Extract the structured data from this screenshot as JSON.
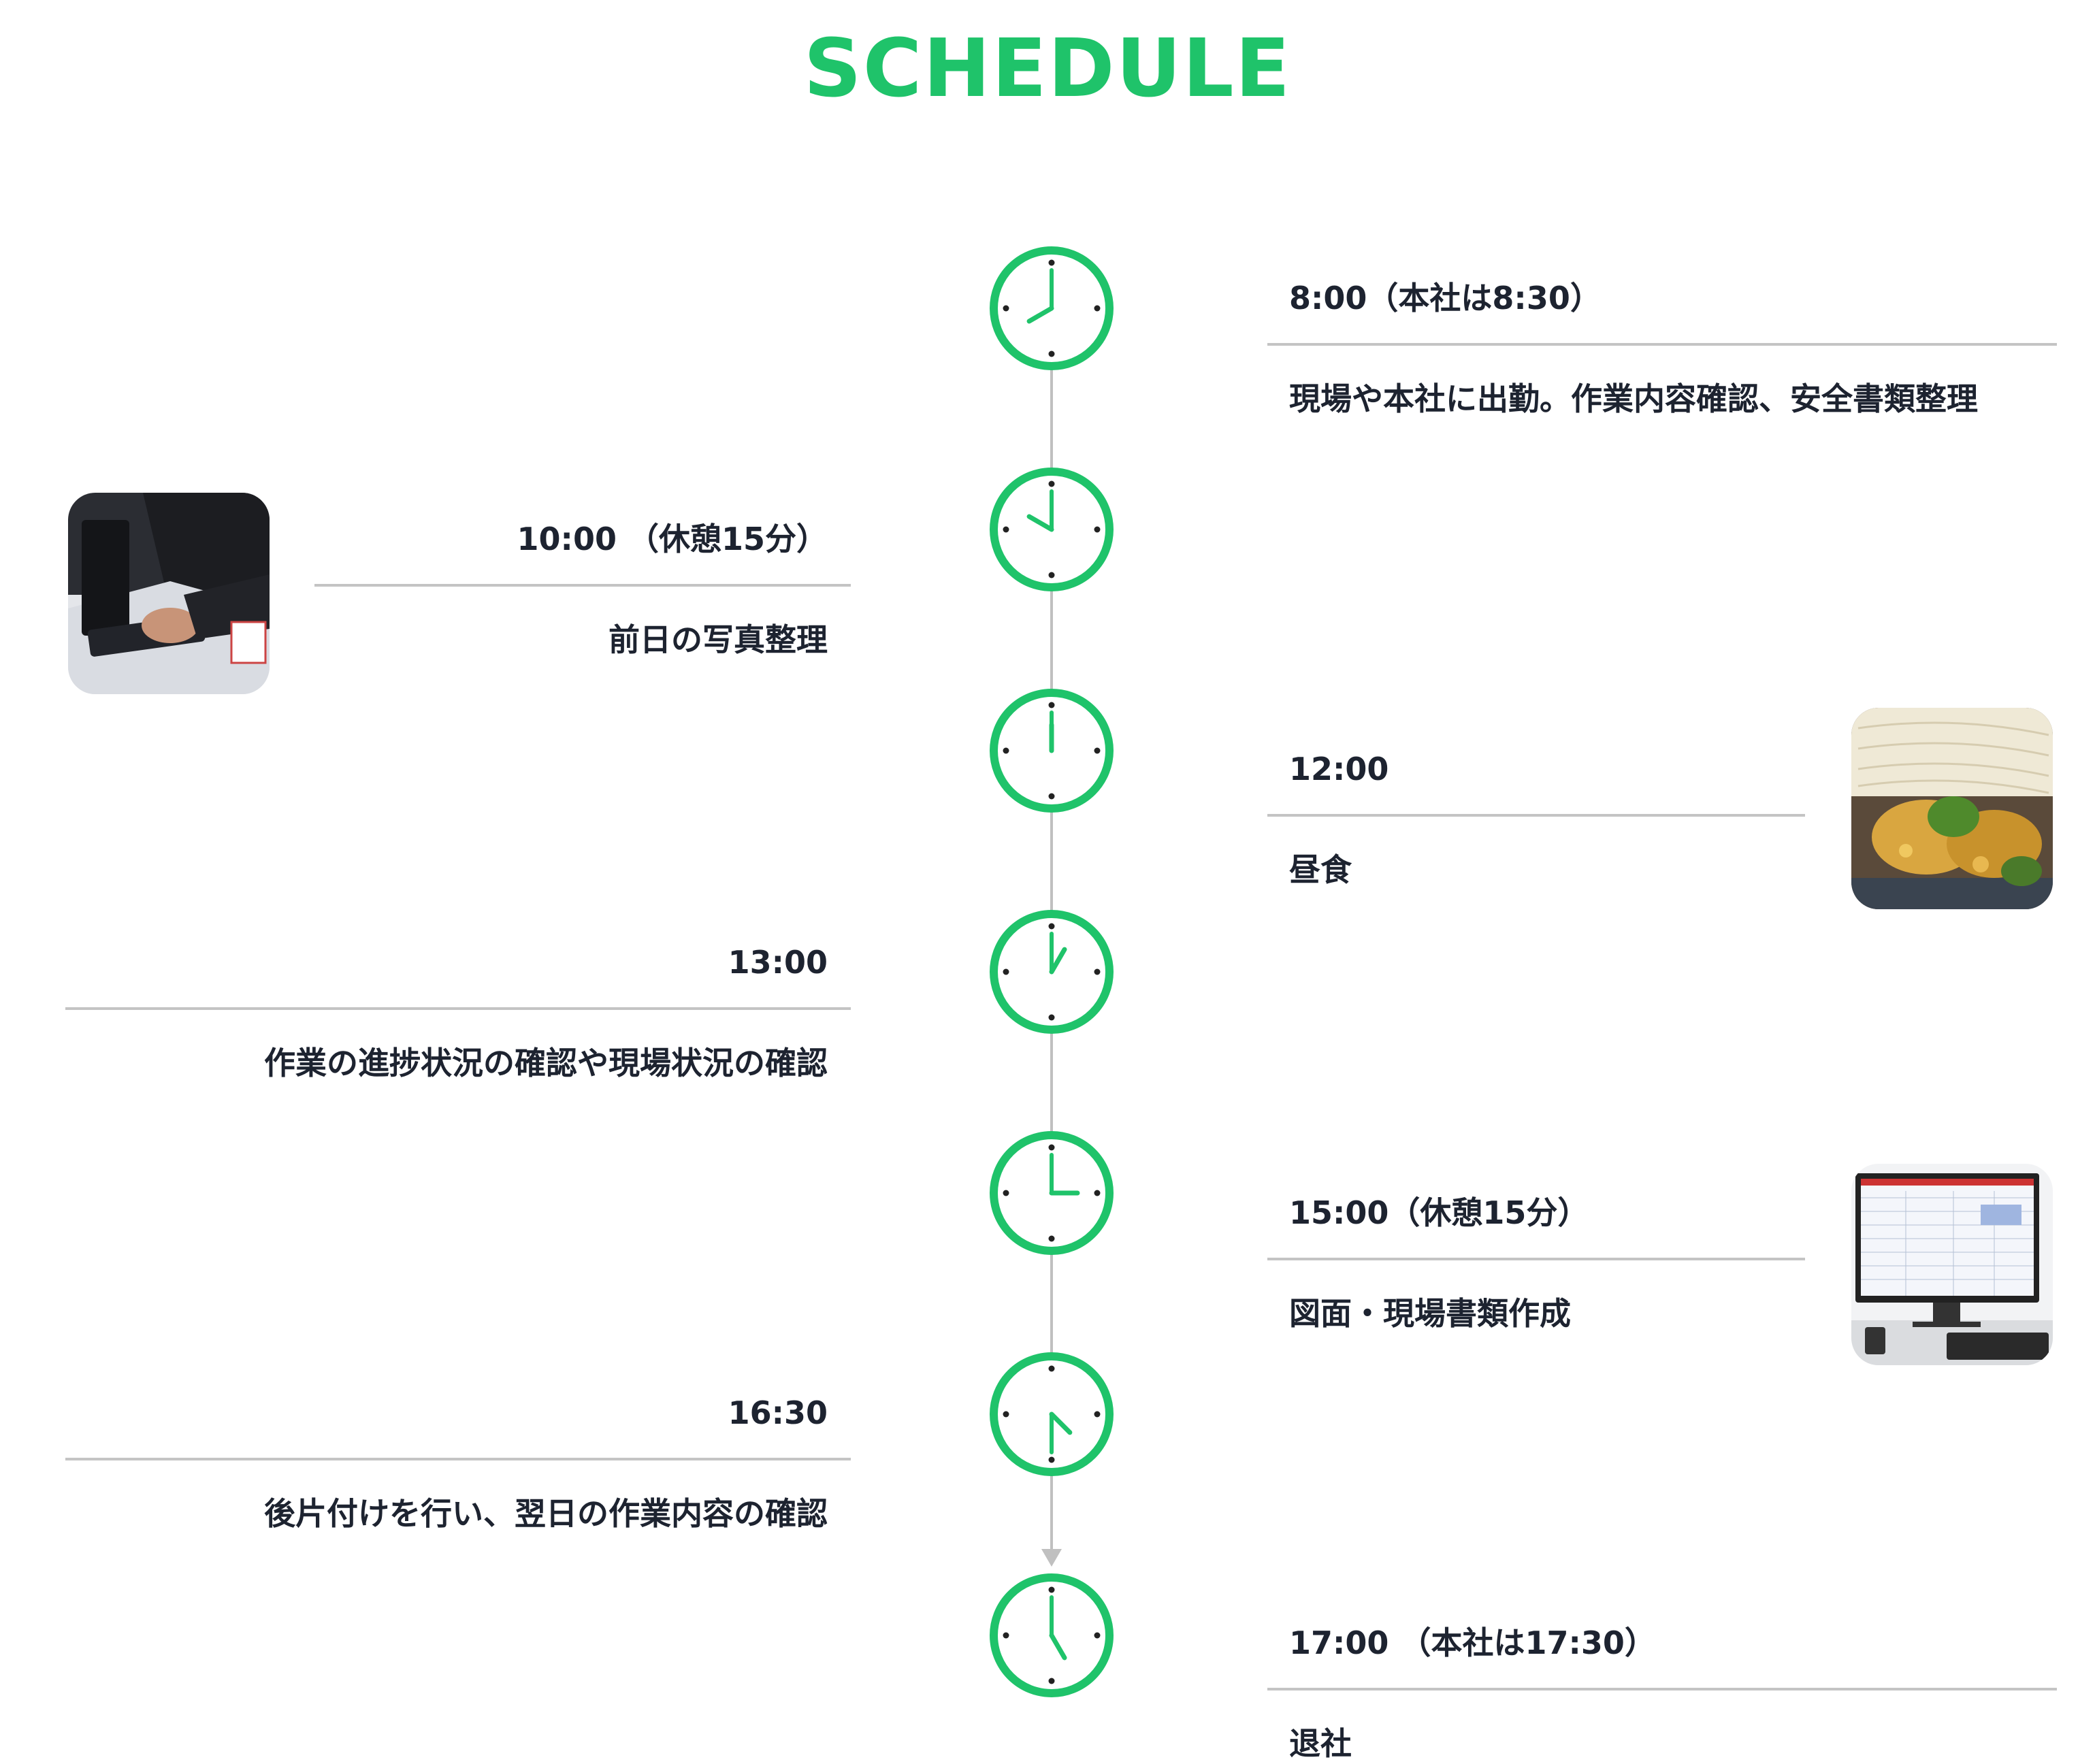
{
  "title": "SCHEDULE",
  "accent_color": "#1fc36a",
  "line_color": "#c0c0c0",
  "text_color": "#1d2330",
  "entries": [
    {
      "time": "8:00（本社は8:30）",
      "desc": "現場や本社に出勤。作業内容確認、安全書類整理",
      "side": "right",
      "clock_hour": 8,
      "clock_minute": 0
    },
    {
      "time": "10:00 （休憩15分）",
      "desc": "前日の写真整理",
      "side": "left",
      "clock_hour": 10,
      "clock_minute": 0,
      "photo_icon": "laptop-work-icon"
    },
    {
      "time": "12:00",
      "desc": "昼食",
      "side": "right",
      "clock_hour": 12,
      "clock_minute": 0,
      "photo_icon": "tempura-soba-icon"
    },
    {
      "time": "13:00",
      "desc": "作業の進捗状況の確認や現場状況の確認",
      "side": "left",
      "clock_hour": 13,
      "clock_minute": 0
    },
    {
      "time": "15:00（休憩15分）",
      "desc": "図面・現場書類作成",
      "side": "right",
      "clock_hour": 15,
      "clock_minute": 0,
      "photo_icon": "computer-monitor-icon"
    },
    {
      "time": "16:30",
      "desc": "後片付けを行い、翌日の作業内容の確認",
      "side": "left",
      "clock_hour": 16,
      "clock_minute": 30
    },
    {
      "time": "17:00 （本社は17:30）",
      "desc": "退社",
      "side": "right",
      "clock_hour": 17,
      "clock_minute": 0
    }
  ]
}
